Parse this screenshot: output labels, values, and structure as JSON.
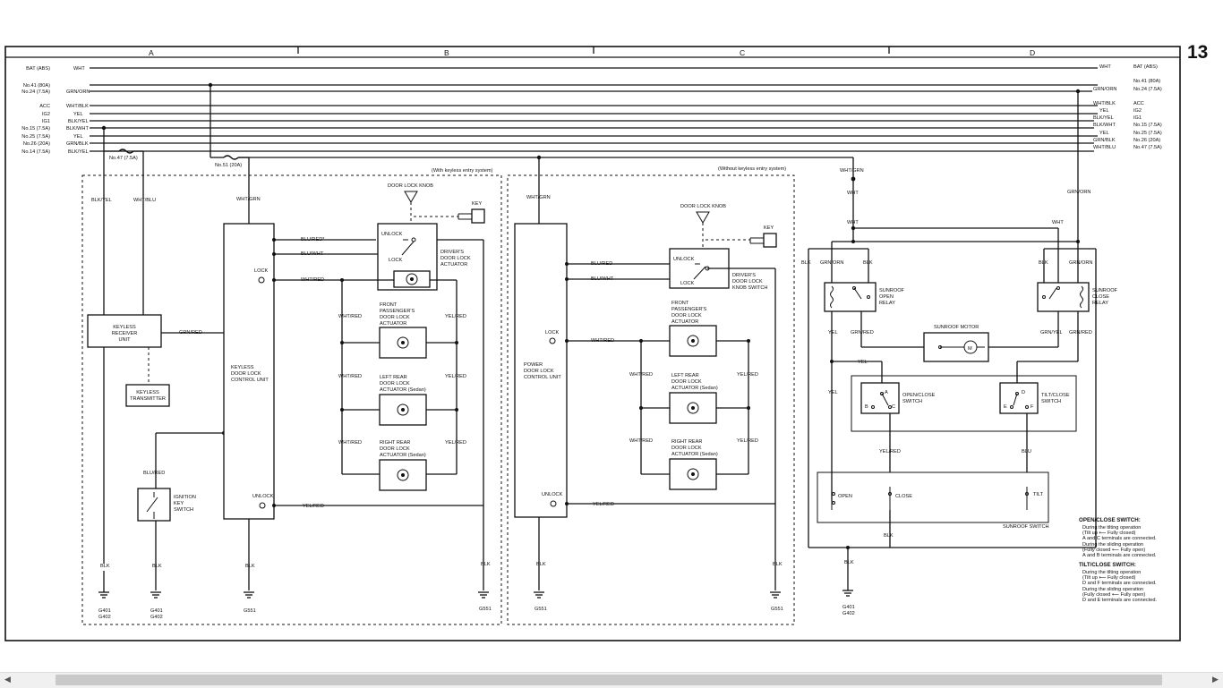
{
  "page_number": "13",
  "columns": [
    "A",
    "B",
    "C",
    "D"
  ],
  "left_feeds": [
    {
      "source": "BAT (ABS)",
      "wire": "WHT"
    },
    {
      "source": "No.41 (80A)",
      "wire": ""
    },
    {
      "source": "No.24 (7.5A)",
      "wire": "GRN/ORN"
    },
    {
      "source": "ACC",
      "wire": "WHT/BLK"
    },
    {
      "source": "IG2",
      "wire": "YEL"
    },
    {
      "source": "IG1",
      "wire": "BLK/YEL"
    },
    {
      "source": "No.15 (7.5A)",
      "wire": "BLK/WHT"
    },
    {
      "source": "No.25 (7.5A)",
      "wire": "YEL"
    },
    {
      "source": "No.26 (20A)",
      "wire": "GRN/BLK"
    },
    {
      "source": "No.14 (7.5A)",
      "wire": "BLK/YEL"
    }
  ],
  "right_feeds": [
    {
      "source": "BAT (ABS)",
      "wire": "WHT"
    },
    {
      "source": "No.41 (80A)",
      "wire": ""
    },
    {
      "source": "No.24 (7.5A)",
      "wire": "GRN/ORN"
    },
    {
      "source": "ACC",
      "wire": "WHT/BLK"
    },
    {
      "source": "IG2",
      "wire": "YEL"
    },
    {
      "source": "IG1",
      "wire": "BLK/YEL"
    },
    {
      "source": "No.15 (7.5A)",
      "wire": "BLK/WHT"
    },
    {
      "source": "No.25 (7.5A)",
      "wire": "YEL"
    },
    {
      "source": "No.26 (20A)",
      "wire": "GRN/BLK"
    },
    {
      "source": "No.47 (7.5A)",
      "wire": "WHT/BLU"
    }
  ],
  "fuses": {
    "no47": "No.47 (7.5A)",
    "no51": "No.51 (20A)"
  },
  "sections": {
    "with_keyless": "(With keyless entry system)",
    "without_keyless": "(Without keyless entry system)"
  },
  "components": {
    "keyless_receiver": [
      "KEYLESS",
      "RECEIVER",
      "UNIT"
    ],
    "keyless_transmitter": [
      "KEYLESS",
      "TRANSMITTER"
    ],
    "ignition_key_switch": [
      "IGNITION",
      "KEY",
      "SWITCH"
    ],
    "keyless_control": [
      "KEYLESS",
      "DOOR LOCK",
      "CONTROL UNIT"
    ],
    "power_control": [
      "POWER",
      "DOOR LOCK",
      "CONTROL UNIT"
    ],
    "door_lock_knob": "DOOR LOCK KNOB",
    "key": "KEY",
    "drivers_actuator": [
      "DRIVER'S",
      "DOOR LOCK",
      "ACTUATOR"
    ],
    "drivers_knob_switch": [
      "DRIVER'S",
      "DOOR LOCK",
      "KNOB SWITCH"
    ],
    "front_pass": [
      "FRONT",
      "PASSENGER'S",
      "DOOR LOCK",
      "ACTUATOR"
    ],
    "left_rear": [
      "LEFT REAR",
      "DOOR LOCK",
      "ACTUATOR (Sedan)"
    ],
    "right_rear": [
      "RIGHT REAR",
      "DOOR LOCK",
      "ACTUATOR (Sedan)"
    ],
    "sunroof_open_relay": [
      "SUNROOF",
      "OPEN",
      "RELAY"
    ],
    "sunroof_close_relay": [
      "SUNROOF",
      "CLOSE",
      "RELAY"
    ],
    "sunroof_motor": "SUNROOF MOTOR",
    "open_close_switch": [
      "OPEN/CLOSE",
      "SWITCH"
    ],
    "tilt_close_switch": [
      "TILT/CLOSE",
      "SWITCH"
    ],
    "sunroof_switch": "SUNROOF SWITCH",
    "open": "OPEN",
    "close": "CLOSE",
    "tilt": "TILT"
  },
  "terminals": {
    "lock": "LOCK",
    "unlock": "UNLOCK",
    "a": "A",
    "b": "B",
    "c": "C",
    "d": "D",
    "e": "E",
    "f": "F",
    "m": "M"
  },
  "wires": {
    "blk_yel": "BLK/YEL",
    "wht_blu": "WHT/BLU",
    "wht_grn": "WHT/GRN",
    "grn_red": "GRN/RED",
    "blu_red": "BLU/RED",
    "blu_red_mark": "BLU/RED*",
    "blu_wht": "BLU/WHT",
    "wht_red": "WHT/RED",
    "yel_red": "YEL/RED",
    "blk": "BLK",
    "wht": "WHT",
    "grn_orn": "GRN/ORN",
    "yel": "YEL",
    "grn_yel": "GRN/YEL",
    "blu": "BLU"
  },
  "grounds": {
    "g401": "G401",
    "g402": "G402",
    "g551": "G551"
  },
  "notes": {
    "oc_title": "OPEN/CLOSE SWITCH:",
    "oc_lines": [
      "During the tilting operation",
      "(Tilt up ⟵ Fully closed)",
      "A and C terminals are connected.",
      "During the sliding operation",
      "(Fully closed ⟵ Fully open)",
      "A and B terminals are connected."
    ],
    "tc_title": "TILT/CLOSE SWITCH:",
    "tc_lines": [
      "During the tilting operation",
      "(Tilt up ⟵ Fully closed)",
      "D and F terminals are connected.",
      "During the sliding operation",
      "(Fully closed ⟵ Fully open)",
      "D and E terminals are connected."
    ]
  }
}
